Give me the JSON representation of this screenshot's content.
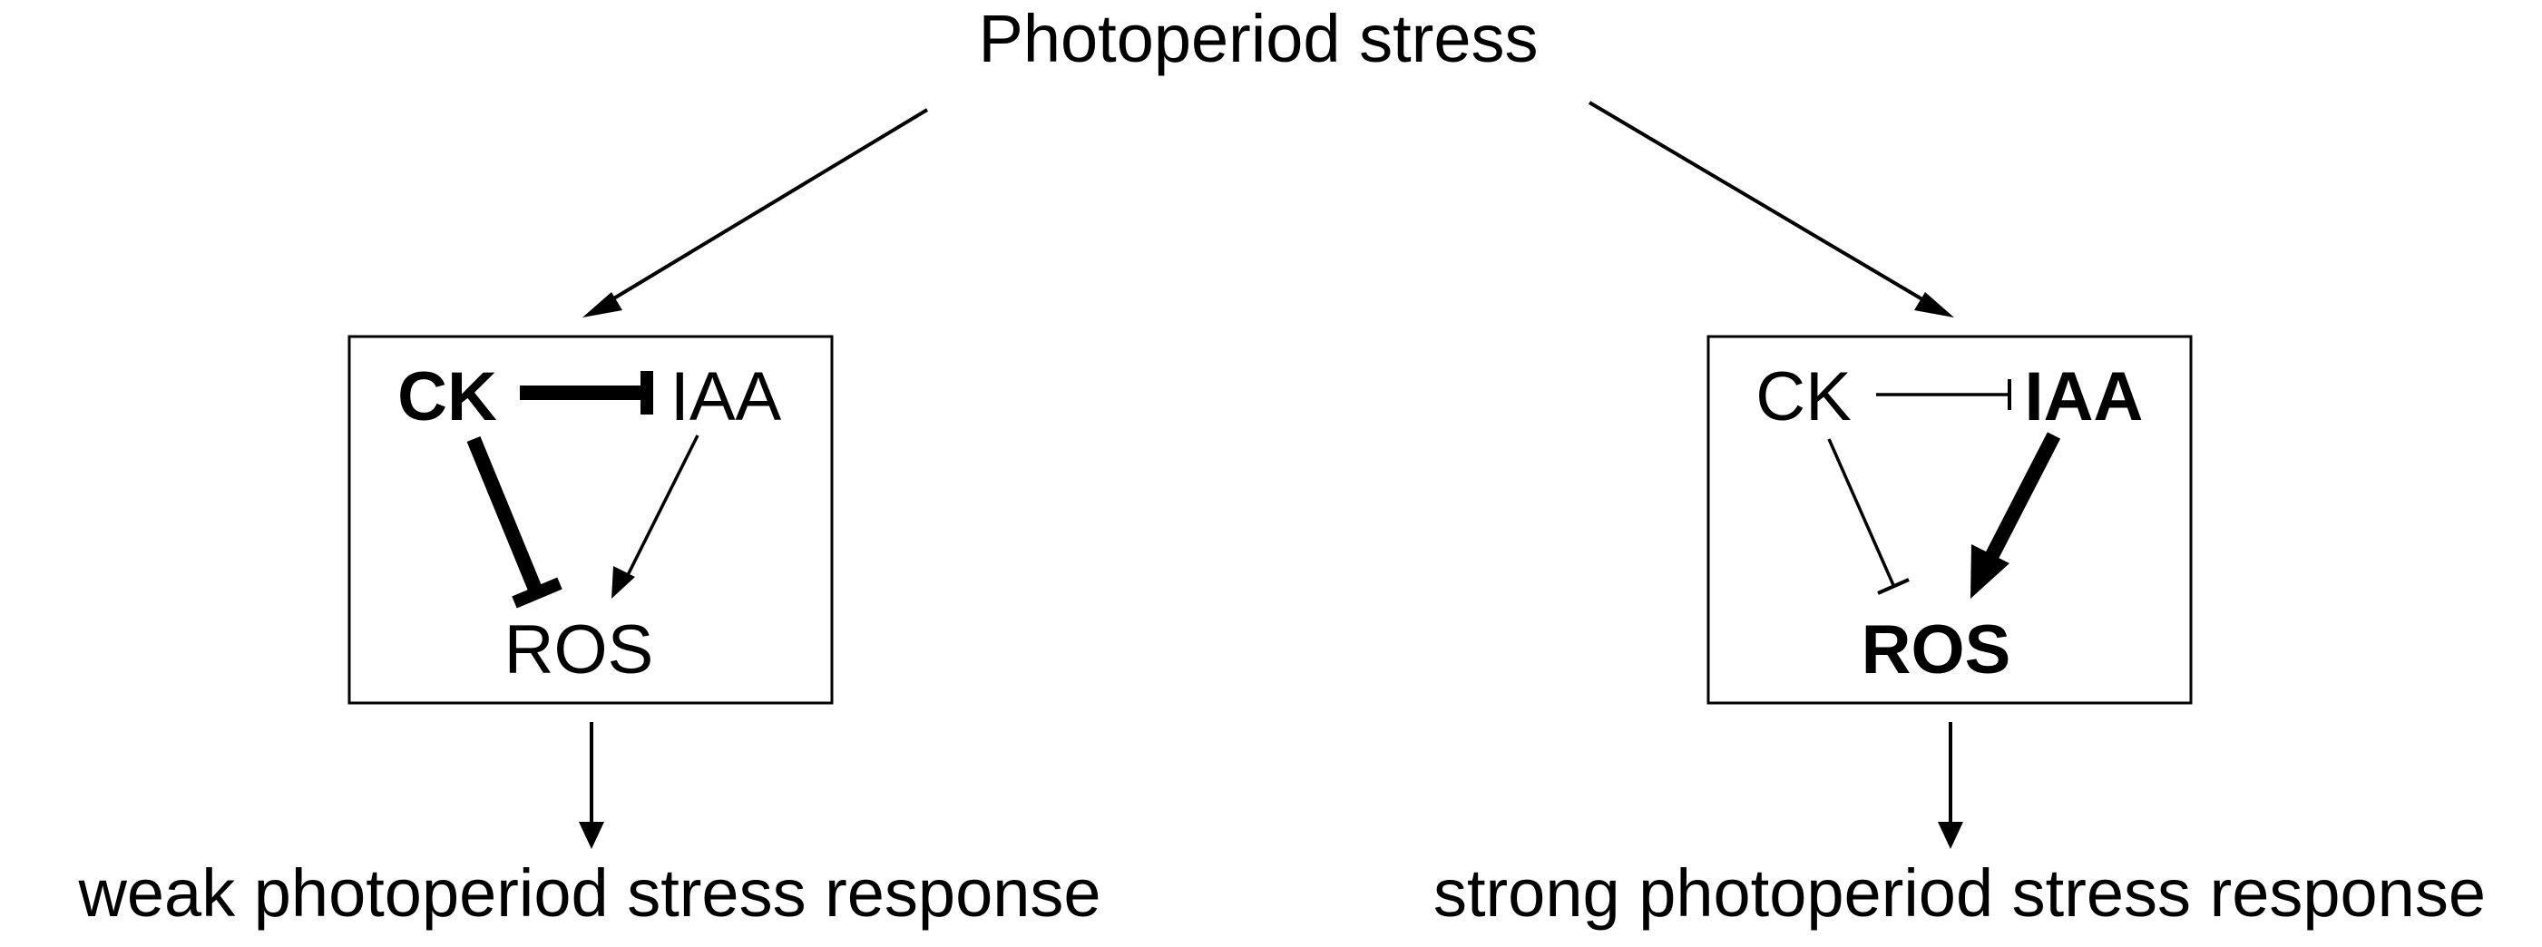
{
  "title": "Photoperiod stress",
  "colors": {
    "ink": "#000000",
    "background": "#ffffff"
  },
  "left_panel": {
    "ck_label": "CK",
    "iaa_label": "IAA",
    "ros_label": "ROS",
    "outcome": "weak photoperiod stress response"
  },
  "right_panel": {
    "ck_label": "CK",
    "iaa_label": "IAA",
    "ros_label": "ROS",
    "outcome": "strong photoperiod stress response"
  }
}
